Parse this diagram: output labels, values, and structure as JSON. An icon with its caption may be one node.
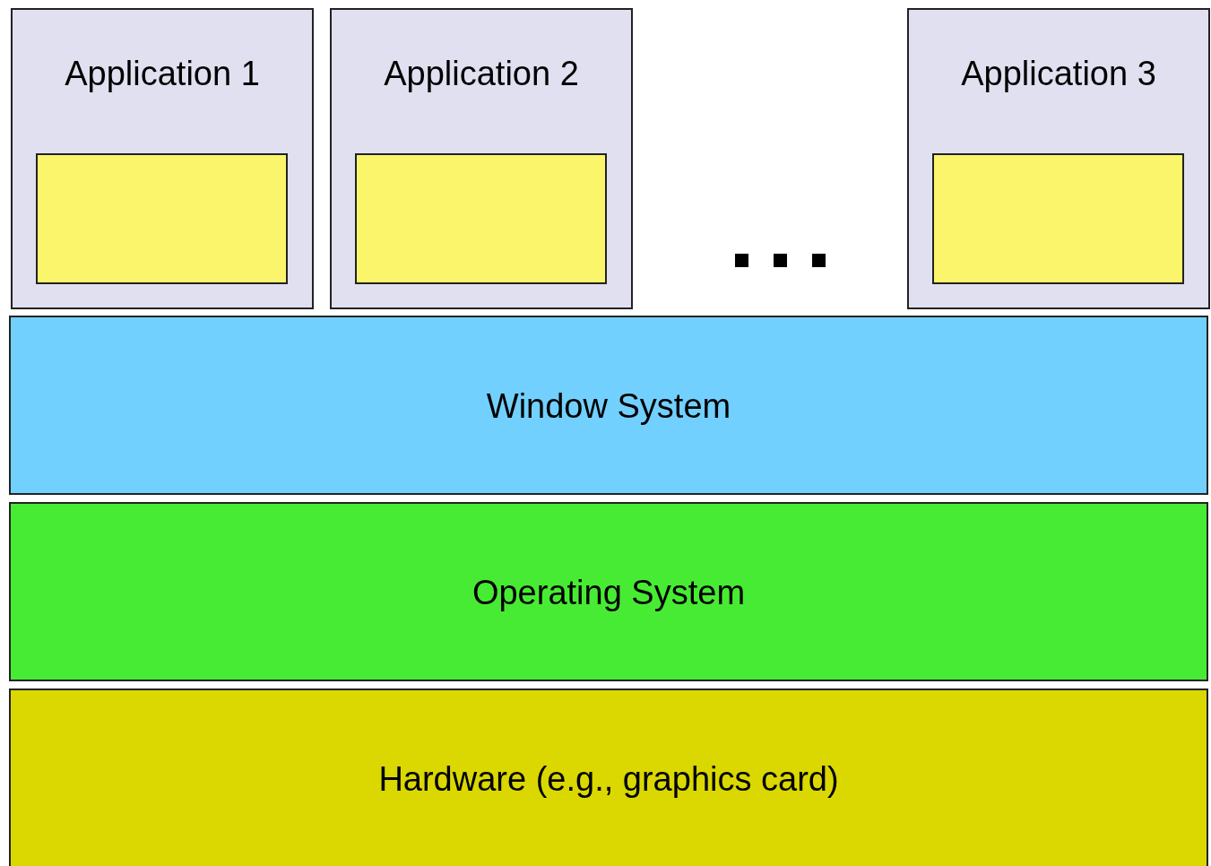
{
  "diagram": {
    "nodes": [
      {
        "text": [
          "Application 1"
        ]
      },
      {
        "text": [],
        "shape": "box",
        "in": 0
      },
      {
        "text": [
          "Application 2"
        ]
      },
      {
        "text": [],
        "shape": "box",
        "in": 2
      },
      {
        "text": [
          "Application 3"
        ]
      },
      {
        "text": [],
        "shape": "box",
        "in": 4
      },
      {
        "text": [
          "Window System"
        ]
      },
      {
        "text": [
          "Operating System"
        ]
      },
      {
        "text": [
          "Hardware (e.g., graphics card)"
        ]
      }
    ],
    "edges": []
  }
}
